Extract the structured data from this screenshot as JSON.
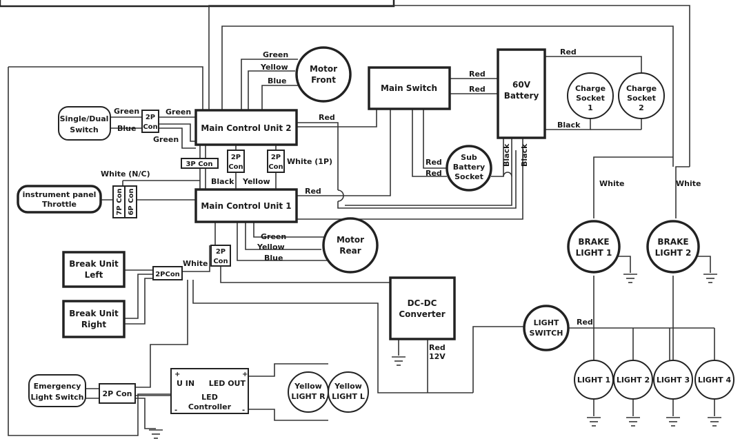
{
  "components": {
    "motor_front": [
      "Motor",
      "Front"
    ],
    "motor_rear": [
      "Motor",
      "Rear"
    ],
    "main_switch": "Main Switch",
    "battery": [
      "60V",
      "Battery"
    ],
    "charge_socket_1": [
      "Charge",
      "Socket",
      "1"
    ],
    "charge_socket_2": [
      "Charge",
      "Socket",
      "2"
    ],
    "single_dual_switch": [
      "Single/Dual",
      "Switch"
    ],
    "main_control_unit_2": "Main Control Unit 2",
    "main_control_unit_1": "Main Control Unit 1",
    "instrument_panel": [
      "instrument panel",
      "Throttle"
    ],
    "sub_battery_socket": [
      "Sub",
      "Battery",
      "Socket"
    ],
    "brake_light_1": [
      "BRAKE",
      "LIGHT 1"
    ],
    "brake_light_2": [
      "BRAKE",
      "LIGHT 2"
    ],
    "break_unit_left": [
      "Break Unit",
      "Left"
    ],
    "break_unit_right": [
      "Break Unit",
      "Right"
    ],
    "dc_dc_converter": [
      "DC-DC",
      "Converter"
    ],
    "light_switch": [
      "LIGHT",
      "SWITCH"
    ],
    "emergency_light_switch": [
      "Emergency",
      "Light Switch"
    ],
    "led_controller": {
      "u_in": "U IN",
      "led_out": "LED OUT",
      "name": [
        "LED",
        "Controller"
      ]
    },
    "yellow_light_r": [
      "Yellow",
      "LIGHT R"
    ],
    "yellow_light_l": [
      "Yellow",
      "LIGHT L"
    ],
    "light_1": "LIGHT 1",
    "light_2": "LIGHT 2",
    "light_3": "LIGHT 3",
    "light_4": "LIGHT 4"
  },
  "connectors": {
    "con_2p_a": [
      "2P",
      "Con"
    ],
    "con_3p": "3P Con",
    "con_2p_b": [
      "2P",
      "Con"
    ],
    "con_2p_c": [
      "2P",
      "Con"
    ],
    "con_7p": "7P Con",
    "con_6p": "6P Con",
    "con_2p_d": [
      "2P",
      "Con"
    ],
    "con_2pcon": "2PCon",
    "con_2p_e": "2P Con"
  },
  "wire_labels": {
    "green_front": "Green",
    "yellow_front": "Yellow",
    "blue_front": "Blue",
    "red_ms_1": "Red",
    "red_ms_2": "Red",
    "red_cs": "Red",
    "black_cs": "Black",
    "green_sd": "Green",
    "blue_sd": "Blue",
    "green_2p": "Green",
    "green_low": "Green",
    "red_mcu2": "Red",
    "white_1p": "White (1P)",
    "red_sub_1": "Red",
    "red_sub_2": "Red",
    "black_v1": "Black",
    "black_v2": "Black",
    "white_nc": "White (N/C)",
    "black_mid": "Black",
    "yellow_mid": "Yellow",
    "red_mcu1": "Red",
    "white_b1": "White",
    "white_b2": "White",
    "green_rear": "Green",
    "yellow_rear": "Yellow",
    "blue_rear": "Blue",
    "white_brk": "White",
    "red_12v": [
      "Red",
      "12V"
    ],
    "red_ls": "Red"
  }
}
